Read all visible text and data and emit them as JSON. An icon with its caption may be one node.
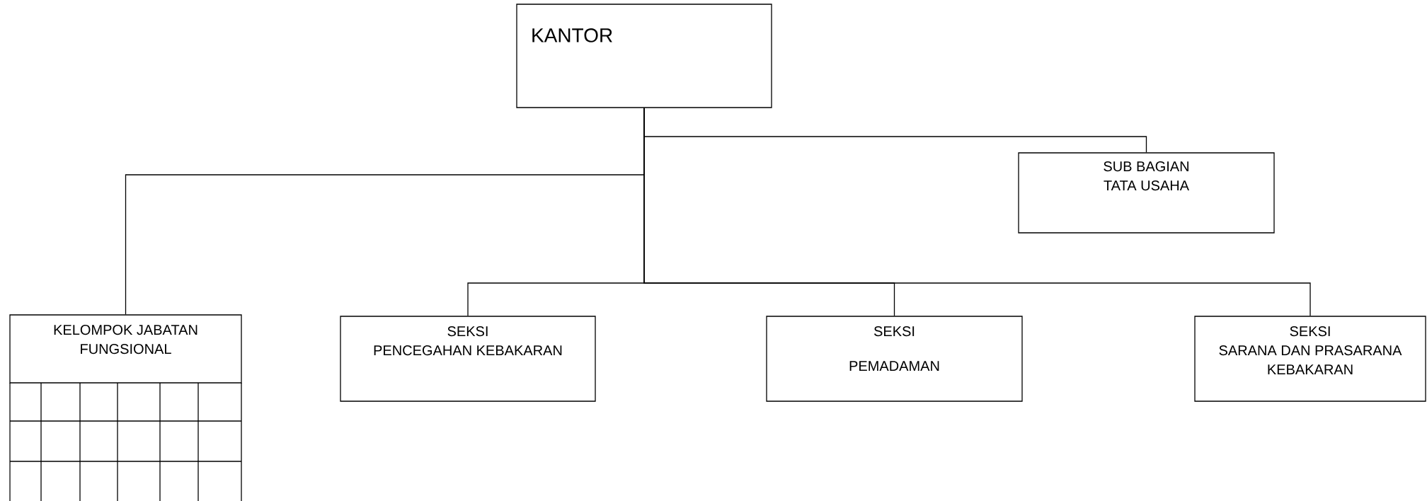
{
  "diagram": {
    "nodes": [
      {
        "text": [
          "KANTOR"
        ]
      },
      {
        "text": [
          "SUB BAGIAN",
          "TATA USAHA"
        ]
      },
      {
        "text": [
          "KELOMPOK JABATAN FUNGSIONAL"
        ]
      },
      {
        "text": [
          "SEKSI",
          "PENCEGAHAN KEBAKARAN"
        ]
      },
      {
        "text": [
          "SEKSI",
          "PEMADAMAN"
        ]
      },
      {
        "text": [
          "SEKSI",
          "SARANA DAN PRASARANA KEBAKARAN"
        ]
      }
    ],
    "edges": [
      {
        "from": 0,
        "to": 1,
        "arrow": "none"
      },
      {
        "from": 0,
        "to": 2,
        "arrow": "none"
      },
      {
        "from": 0,
        "to": 3,
        "arrow": "none"
      },
      {
        "from": 0,
        "to": 4,
        "arrow": "none"
      },
      {
        "from": 0,
        "to": 5,
        "arrow": "none"
      }
    ]
  }
}
